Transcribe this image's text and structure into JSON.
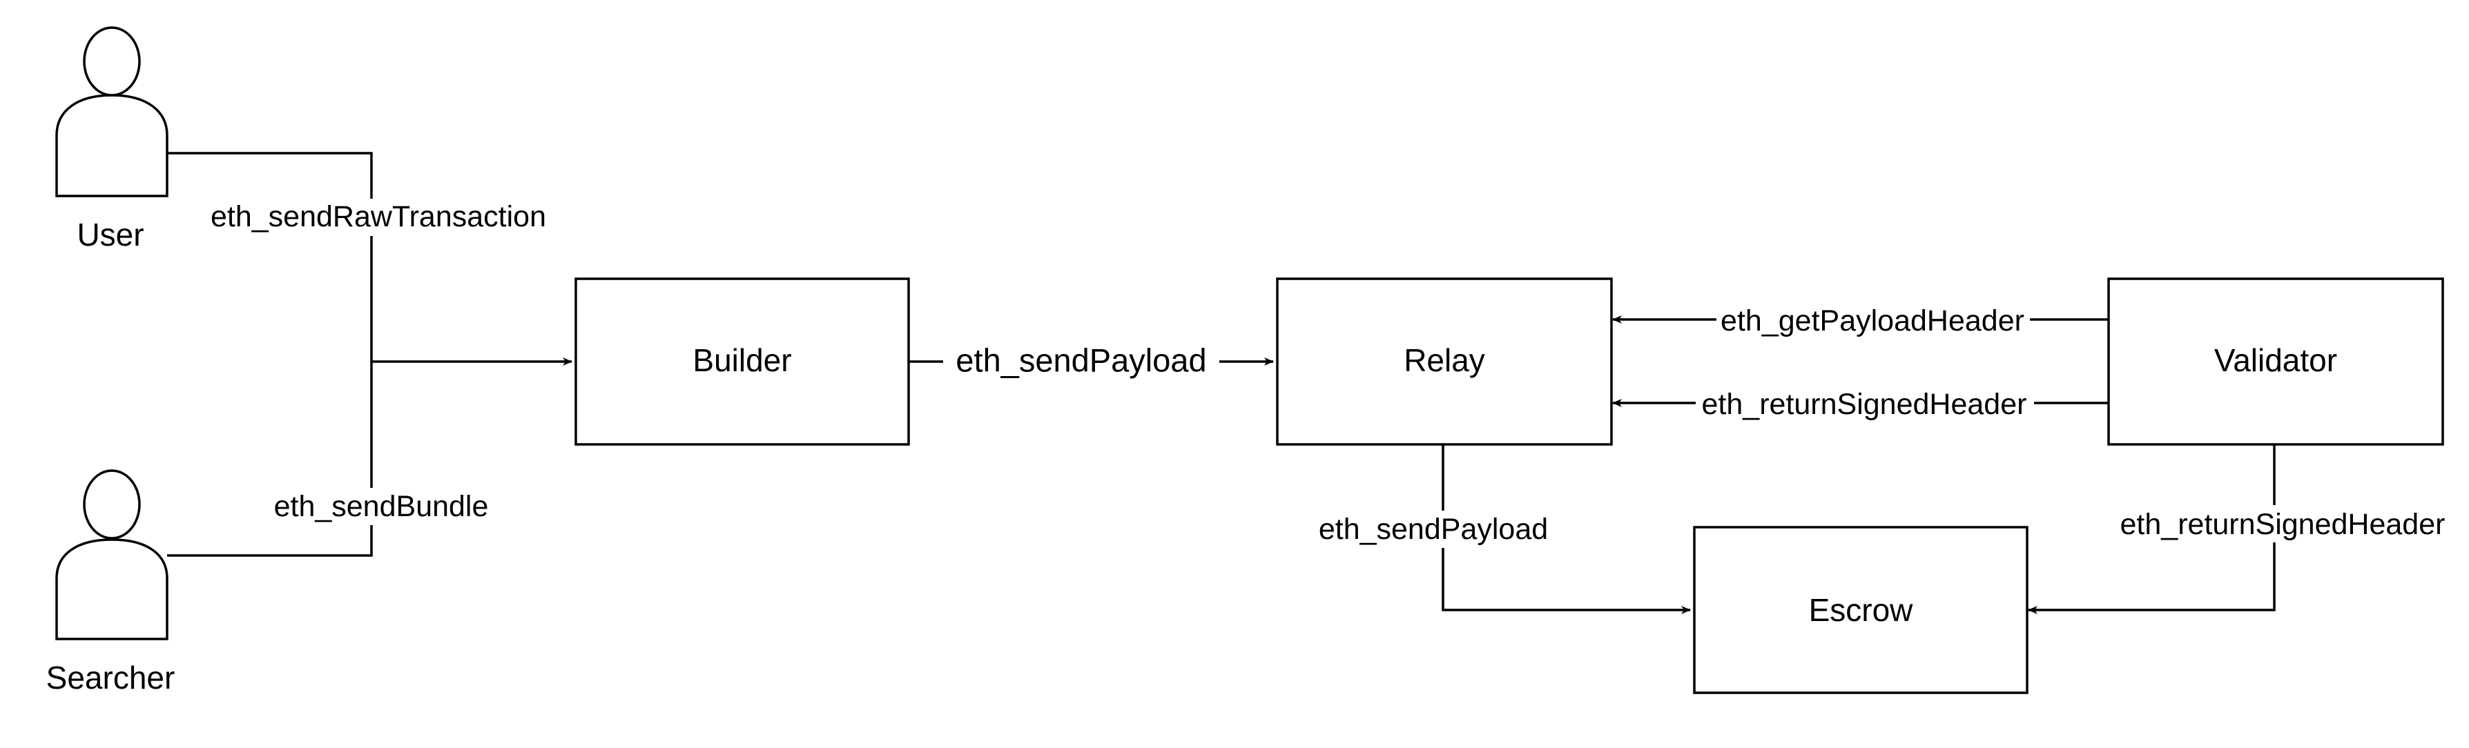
{
  "actors": {
    "user": {
      "label": "User"
    },
    "searcher": {
      "label": "Searcher"
    }
  },
  "nodes": {
    "builder": {
      "label": "Builder"
    },
    "relay": {
      "label": "Relay"
    },
    "validator": {
      "label": "Validator"
    },
    "escrow": {
      "label": "Escrow"
    }
  },
  "edges": {
    "user_to_builder": {
      "label": "eth_sendRawTransaction"
    },
    "searcher_to_builder": {
      "label": "eth_sendBundle"
    },
    "builder_to_relay": {
      "label": "eth_sendPayload"
    },
    "validator_to_relay_get": {
      "label": "eth_getPayloadHeader"
    },
    "validator_to_relay_return": {
      "label": "eth_returnSignedHeader"
    },
    "relay_to_escrow": {
      "label": "eth_sendPayload"
    },
    "validator_to_escrow": {
      "label": "eth_returnSignedHeader"
    }
  },
  "colors": {
    "stroke": "#000000",
    "fill": "#ffffff",
    "text": "#000000"
  }
}
